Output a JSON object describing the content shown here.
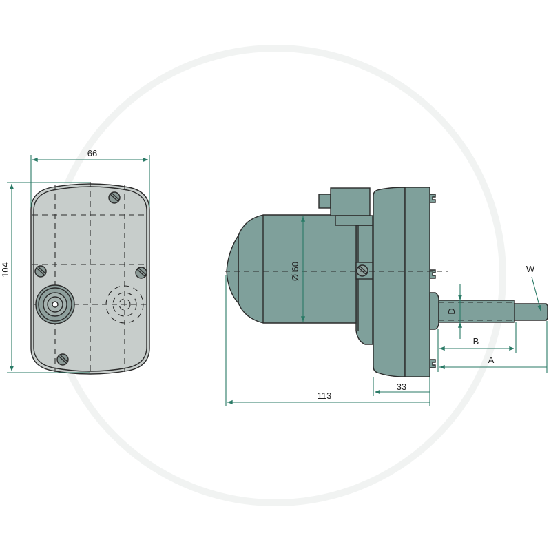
{
  "title": "Wiper motor dimension drawing",
  "front_view": {
    "width_label": "66",
    "height_label": "104"
  },
  "side_view": {
    "diameter_label": "Ø 60",
    "shaft_diameter_label": "D",
    "shaft_length_b_label": "B",
    "shaft_length_a_label": "A",
    "shaft_tip_label": "W",
    "gearbox_depth_label": "33",
    "overall_length_label": "113"
  },
  "colors": {
    "dimension": "#2a7a66",
    "body": "#7fa09b",
    "front_cover": "#c7cdcb"
  }
}
